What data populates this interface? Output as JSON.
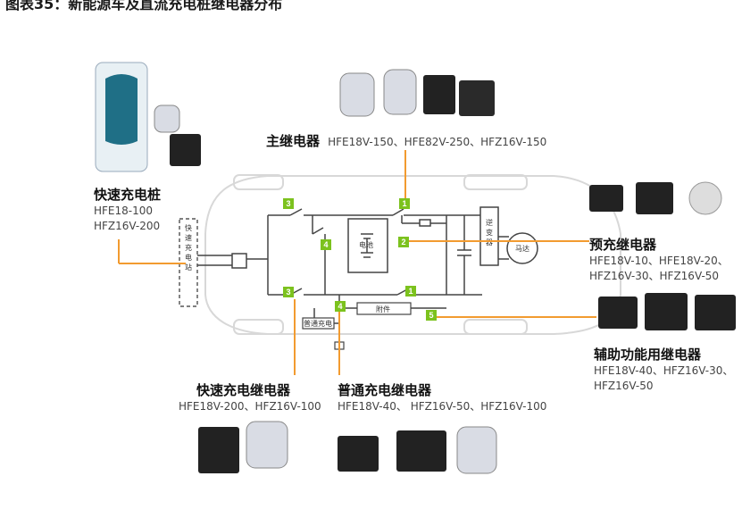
{
  "title": "图表35：新能源车及直流充电桩继电器分布",
  "colors": {
    "accent_line": "#f29b30",
    "badge": "#7cc21e",
    "schematic": "#444444"
  },
  "schematic": {
    "battery": "电池",
    "inverter": "逆变器",
    "motor": "马达",
    "charging_station": "快速充电站",
    "normal_charger": "普通充电",
    "accessory": "附件"
  },
  "badges": [
    "3",
    "1",
    "4",
    "2",
    "3",
    "4",
    "1",
    "5"
  ],
  "groups": {
    "main": {
      "title": "主继电器",
      "models": "HFE18V-150、HFE82V-250、HFZ16V-150"
    },
    "fast_station": {
      "title": "快速充电桩",
      "models": [
        "HFE18-100",
        "HFZ16V-200"
      ]
    },
    "precharge": {
      "title": "预充继电器",
      "models": [
        "HFE18V-10、HFE18V-20、",
        "HFZ16V-30、HFZ16V-50"
      ]
    },
    "auxiliary": {
      "title": "辅助功能用继电器",
      "models": [
        "HFE18V-40、HFZ16V-30、",
        "HFZ16V-50"
      ]
    },
    "fast_relay": {
      "title": "快速充电继电器",
      "models": "HFE18V-200、HFZ16V-100"
    },
    "normal_relay": {
      "title": "普通充电继电器",
      "models": "HFE18V-40、 HFZ16V-50、HFZ16V-100"
    }
  }
}
